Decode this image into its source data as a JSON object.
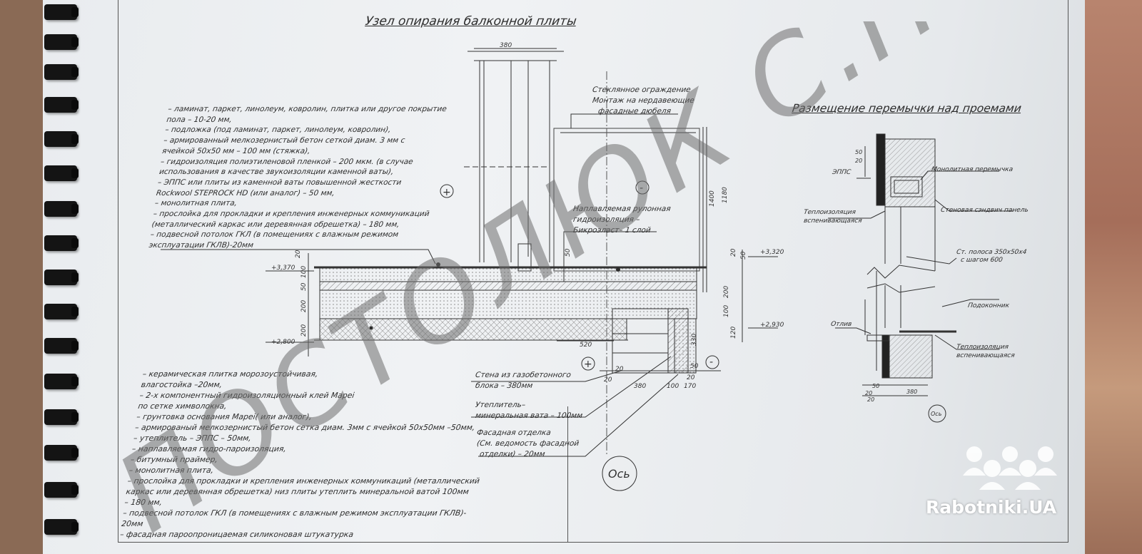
{
  "titles": {
    "main": "Узел опирания балконной плиты",
    "side": "Размещение перемычки над проемами"
  },
  "floor_layers": [
    "– ламинат, паркет, линолеум, ковролин, плитка или другое покрытие",
    "пола – 10-20 мм,",
    "– подложка (под ламинат, паркет, линолеум, ковролин),",
    "– армированный мелкозернистый бетон  сеткой диам. 3 мм с",
    "ячейкой 50х50 мм  – 100 мм (стяжка),",
    "– гидроизоляция полиэтиленовой пленкой – 200 мкм. (в случае",
    "использования в качестве звукоизоляции каменной ваты),",
    "– ЭППС или плиты из каменной ваты повышенной жесткости",
    "Rockwool STEPROCK HD (или аналог) – 50 мм,",
    "– монолитная плита,",
    "– прослойка для прокладки и крепления инженерных коммуникаций",
    "(металлический каркас или деревянная обрешетка) – 180 мм,",
    "– подвесной потолок ГКЛ (в помещениях с влажным режимом",
    "эксплуатации ГКЛВ)-20мм"
  ],
  "balcony_layers": [
    "– керамическая плитка морозоустойчивая,",
    "влагостойка –20мм,",
    "– 2-х компонентный гидроизоляционный клей Mapei",
    "по сетке химволокна,",
    "– грунтовка основания Mapei( или аналог),",
    "– армированый мелкозернистый бетон сетка диам. 3мм с ячейкой 50х50мм –50мм,",
    "– утеплитель  – ЭППС – 50мм,",
    "– наплавляемая гидро-пароизоляция,",
    "– битумный праймер,",
    "– монолитная плита,",
    "– прослойка для прокладки и крепления инженерных коммуникаций (металлический",
    "каркас или деревянная обрешетка) низ плиты утеплить минеральной ватой 100мм",
    "– 180 мм,",
    "– подвесной потолок ГКЛ (в помещениях с влажным режимом эксплуатации ГКЛВ)-",
    "20мм",
    "– фасадная пароопроницаемая силиконовая штукатурка"
  ],
  "callouts": {
    "glass_1": "Стеклянное ограждение",
    "glass_2": "Монтаж на нердавеющие",
    "glass_3": "фасадные дюбеля",
    "roll_1": "Наплавляемая рулонная",
    "roll_2": "гидроизоляция –",
    "roll_3": "Бикроэласт– 1 слой",
    "wall_1": "Стена из газобетонного",
    "wall_2": "блока – 380мм",
    "ins_1": "Утеплитель–",
    "ins_2": "минеральная вата – 100мм",
    "fac_1": "Фасадная отделка",
    "fac_2": "(См. ведомость фасадной",
    "fac_3": "отделки) – 20мм",
    "axis": "Ось"
  },
  "dims": {
    "d380_top": "380",
    "plus1": "+",
    "minus1": "-",
    "minus2": "-",
    "plus2": "+",
    "d1400": "1400",
    "d1180": "1180",
    "d50v": "50",
    "d20a": "20",
    "d50a": "50",
    "lvl_3320": "+3,320",
    "lvl_3370": "+3,370",
    "lvl_2800": "+2,800",
    "lvl_2930": "+2,930",
    "d100l": "100",
    "d50l": "50",
    "d200l": "200",
    "d20l": "20",
    "d200l2": "200",
    "d200r": "200",
    "d100r": "100",
    "d120r": "120",
    "d520": "520",
    "d330": "330",
    "d20b": "20",
    "d20c": "20",
    "d380b": "380",
    "d100b": "100",
    "d170": "170",
    "d20d": "20",
    "d50b": "50"
  },
  "side_labels": {
    "lintel": "Монолитная перемычка",
    "epps": "ЭППС",
    "insul1_a": "Теплоизоляция",
    "insul1_b": "вспенивающаяся",
    "sandwich": "Стеновая сэндвич панель",
    "strip_a": "Ст. полоса 350х50х4",
    "strip_b": "с шагом 600",
    "sill": "Подоконник",
    "drip": "Отлив",
    "insul2_a": "Теплоизоляция",
    "insul2_b": "вспенивающаяся",
    "axis": "Ось",
    "d50": "50",
    "d20": "20",
    "d20b": "20",
    "d50b": "50",
    "d380": "380",
    "d20c": "20"
  },
  "watermark": "ПОСТОЛЮК С.П.",
  "logo": {
    "text": "Rabotniki.UA"
  }
}
